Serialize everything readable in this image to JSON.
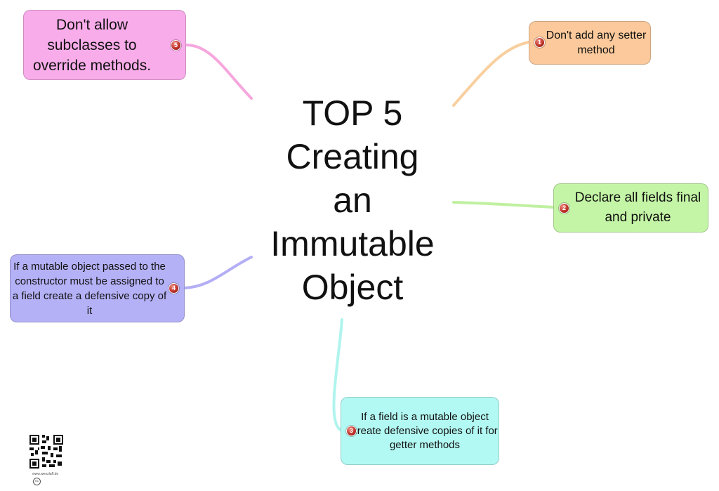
{
  "central": {
    "lines": [
      "TOP 5",
      "Creating",
      "an",
      "Immutable",
      "Object"
    ]
  },
  "branches": [
    {
      "number": "5",
      "text": "Don't allow subclasses to override methods.",
      "color": "#f9acea"
    },
    {
      "number": "1",
      "text": "Don't add any setter method",
      "color": "#fbc99b"
    },
    {
      "number": "2",
      "text": "Declare all fields final and private",
      "color": "#c4f5a6"
    },
    {
      "number": "4",
      "text": "If a mutable object passed to the constructor must be assigned to a field create a defensive copy of it",
      "color": "#b5b1f7"
    },
    {
      "number": "3",
      "text": "If a field is a mutable object create defensive copies of it for getter methods",
      "color": "#b3f9f3"
    }
  ],
  "footer": {
    "qr_caption": "www.wenzlaff.de",
    "license_glyph": "cc",
    "qr_icon": "qr-code-icon"
  },
  "link_colors": {
    "branch5": "#f6a7dd",
    "branch1": "#f8cf9e",
    "branch2": "#c0f0a0",
    "branch4": "#b4aef5",
    "branch3": "#b0f4ee"
  }
}
